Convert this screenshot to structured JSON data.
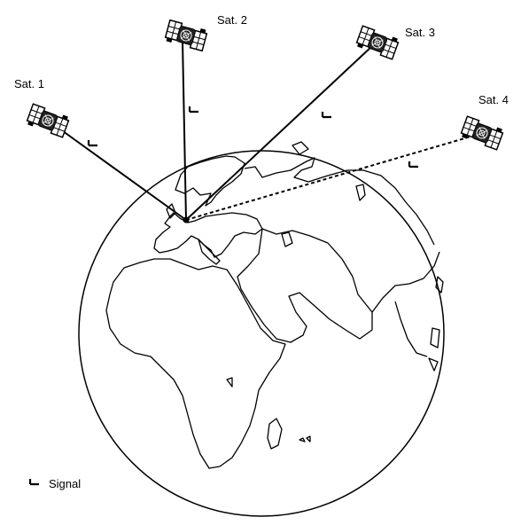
{
  "satellites": [
    {
      "label": "Sat. 1",
      "link": "solid"
    },
    {
      "label": "Sat. 2",
      "link": "solid"
    },
    {
      "label": "Sat. 3",
      "link": "solid"
    },
    {
      "label": "Sat. 4",
      "link": "dotted"
    }
  ],
  "legend": {
    "label": "Signal",
    "icon": "signal-symbol-icon"
  },
  "icons": {
    "satellite": "satellite-icon",
    "receiver": "receiver-dot-icon",
    "globe": "globe-icon"
  },
  "colors": {
    "ink": "#000000",
    "background": "#ffffff"
  }
}
